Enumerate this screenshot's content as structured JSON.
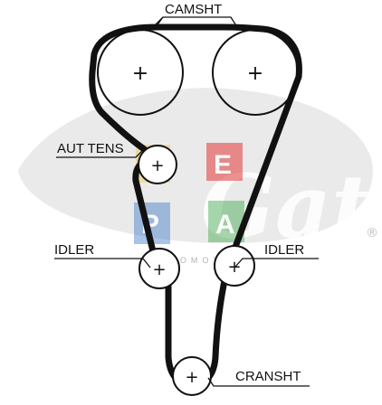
{
  "labels": {
    "camshaft": "CAMSHT",
    "auto_tensioner": "AUT TENS",
    "idler_left": "IDLER",
    "idler_right": "IDLER",
    "crankshaft": "CRANSHT"
  },
  "watermark": {
    "brand": "Gates",
    "registered_mark": "®",
    "badge_letters": [
      "E",
      "P",
      "A"
    ],
    "badge_text": "AUTOMOTO"
  },
  "pulley_marker": "+",
  "colors": {
    "belt": "#111111",
    "watermark": "#d9d9d9",
    "badge_red": "#e23b3b",
    "badge_yellow": "#f2c33a",
    "badge_blue": "#2f6fc6",
    "badge_green": "#3aa84a"
  }
}
